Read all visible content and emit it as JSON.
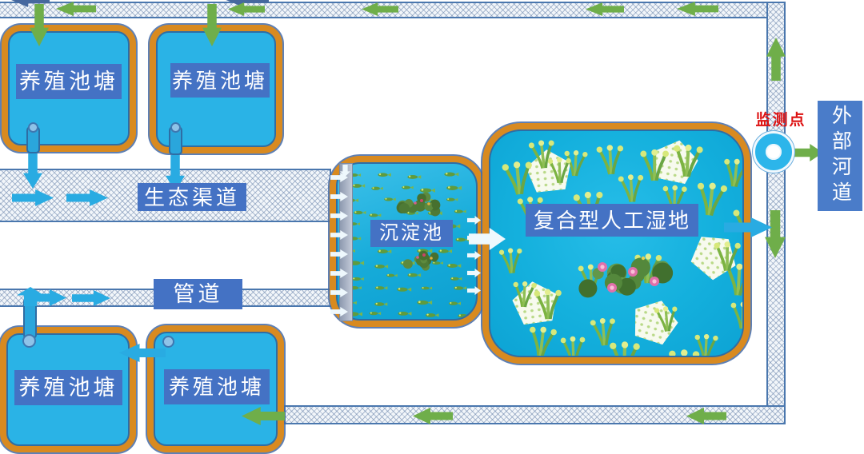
{
  "diagram": {
    "ponds": [
      {
        "label": "养殖池塘"
      },
      {
        "label": "养殖池塘"
      },
      {
        "label": "养殖池塘"
      },
      {
        "label": "养殖池塘"
      }
    ],
    "eco_channel_label": "生态渠道",
    "pipeline_label": "管道",
    "sediment_label": "沉淀池",
    "wetland_label": "复合型人工湿地",
    "monitoring_label": "监测点",
    "river_label": "外部河道"
  },
  "colors": {
    "pond_fill": "#2ab3e6",
    "pond_border": "#d88a20",
    "label_bg": "#4472c4",
    "label_text": "#ffffff",
    "green_arrow": "#6fae4a",
    "cyan_arrow": "#29abe2",
    "monitor_text": "#dd1111",
    "channel_border": "#4a77ae",
    "river_box": "#4a7cc9"
  },
  "icons": {
    "monitoring_point": "ring-icon",
    "islands": "pentagon-island-icon",
    "fish": "fish-school-icon",
    "plants": "grass-tuft-icon",
    "lotus": "lotus-cluster-icon",
    "flow": "flow-arrow-icon"
  }
}
